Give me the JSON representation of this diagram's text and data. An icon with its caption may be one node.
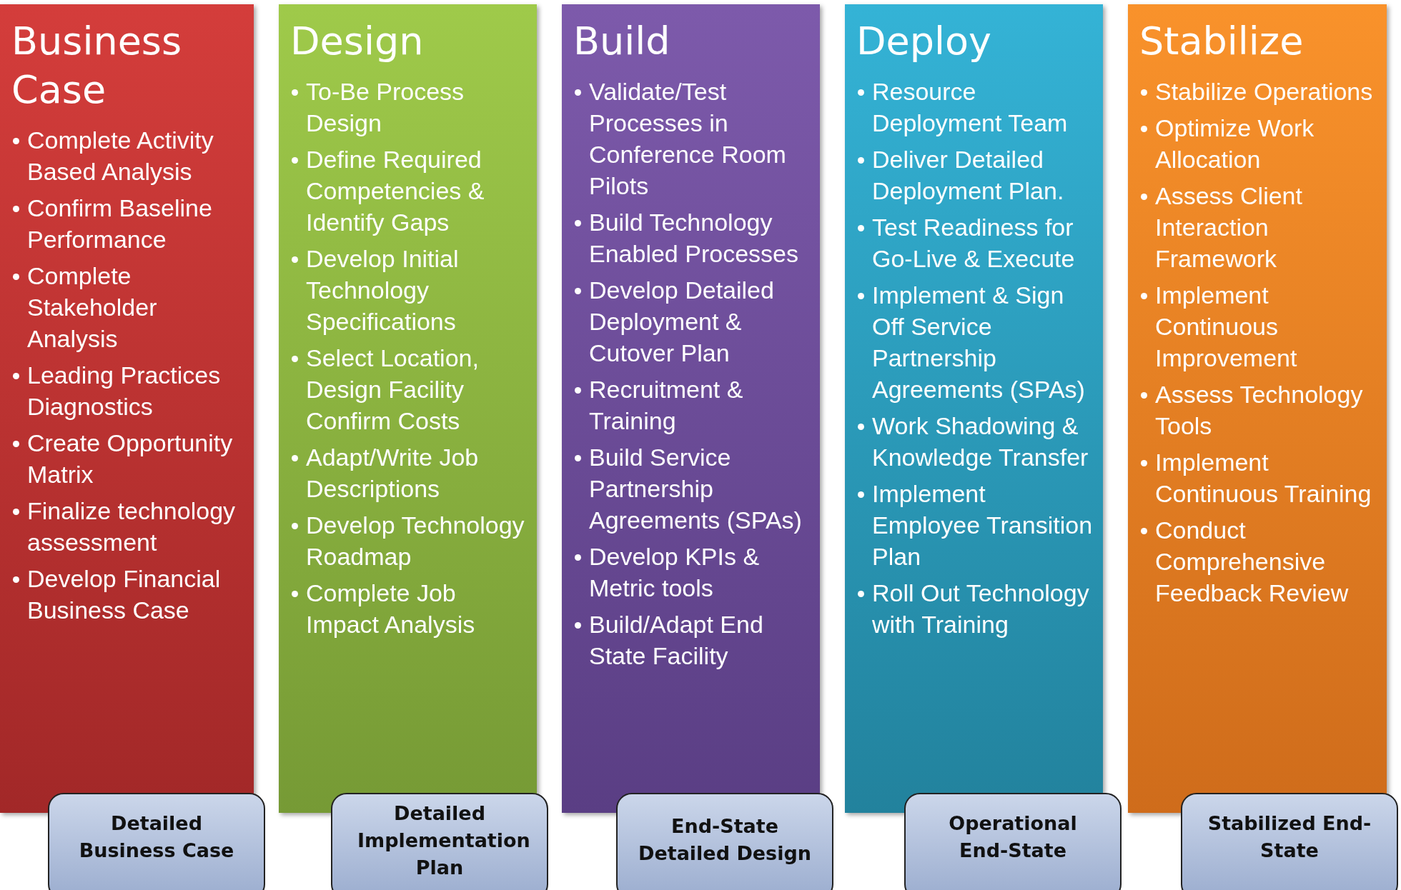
{
  "diagram": {
    "nodes": [
      {
        "text": [
          "Business Case",
          "Complete Activity Based Analysis",
          "Confirm Baseline Performance",
          "Complete Stakeholder Analysis",
          "Leading Practices Diagnostics",
          "Create Opportunity Matrix",
          "Finalize technology assessment",
          "Develop Financial Business Case"
        ]
      },
      {
        "text": [
          "Design",
          "To-Be Process Design",
          "Define Required Competencies & Identify Gaps",
          "Develop Initial Technology Specifications",
          "Select Location, Design Facility Confirm Costs",
          "Adapt/Write Job Descriptions",
          "Develop Technology Roadmap",
          "Complete Job Impact Analysis"
        ]
      },
      {
        "text": [
          "Build",
          "Validate/Test Processes in Conference Room Pilots",
          "Build Technology Enabled Processes",
          "Develop Detailed Deployment & Cutover Plan",
          "Recruitment & Training",
          "Build Service Partnership Agreements (SPAs)",
          "Develop KPIs & Metric tools",
          "Build/Adapt End State Facility"
        ]
      },
      {
        "text": [
          "Deploy",
          "Resource Deployment Team",
          "Deliver Detailed Deployment Plan.",
          "Test Readiness for Go-Live & Execute",
          "Implement & Sign Off Service Partnership Agreements (SPAs)",
          "Work Shadowing & Knowledge Transfer",
          "Implement Employee Transition Plan",
          "Roll Out Technology with Training"
        ]
      },
      {
        "text": [
          "Stabilize",
          "Stabilize Operations",
          "Optimize Work Allocation",
          "Assess Client Interaction Framework",
          "Implement Continuous Improvement",
          "Assess Technology Tools",
          "Implement Continuous Training",
          "Conduct Comprehensive Feedback Review"
        ]
      },
      {
        "text": [
          "Detailed Business Case"
        ]
      },
      {
        "text": [
          "Detailed Implementation Plan"
        ]
      },
      {
        "text": [
          "End-State Detailed Design"
        ]
      },
      {
        "text": [
          "Operational End-State"
        ]
      },
      {
        "text": [
          "Stabilized End-State"
        ]
      }
    ]
  }
}
